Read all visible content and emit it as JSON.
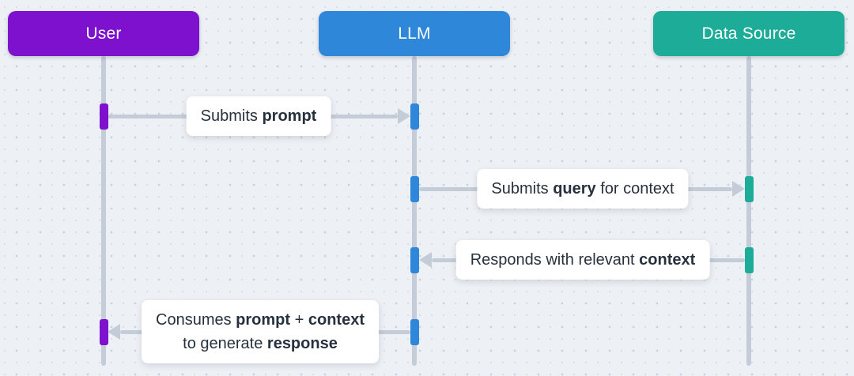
{
  "actors": [
    {
      "id": "user",
      "label": "User",
      "color": "#7e11ce"
    },
    {
      "id": "llm",
      "label": "LLM",
      "color": "#2e87d8"
    },
    {
      "id": "data_source",
      "label": "Data Source",
      "color": "#1dac98"
    }
  ],
  "messages": [
    {
      "from": "User",
      "to": "LLM",
      "direction": "right",
      "text": "Submits prompt",
      "lines": [
        [
          {
            "t": "Submits ",
            "b": false
          },
          {
            "t": "prompt",
            "b": true
          }
        ]
      ]
    },
    {
      "from": "LLM",
      "to": "Data Source",
      "direction": "right",
      "text": "Submits query for context",
      "lines": [
        [
          {
            "t": "Submits ",
            "b": false
          },
          {
            "t": "query",
            "b": true
          },
          {
            "t": " for context",
            "b": false
          }
        ]
      ]
    },
    {
      "from": "Data Source",
      "to": "LLM",
      "direction": "left",
      "text": "Responds with relevant context",
      "lines": [
        [
          {
            "t": "Responds with relevant ",
            "b": false
          },
          {
            "t": "context",
            "b": true
          }
        ]
      ]
    },
    {
      "from": "LLM",
      "to": "User",
      "direction": "left",
      "text": "Consumes prompt + context to generate response",
      "lines": [
        [
          {
            "t": "Consumes ",
            "b": false
          },
          {
            "t": "prompt",
            "b": true
          },
          {
            "t": " + ",
            "b": false
          },
          {
            "t": "context",
            "b": true
          }
        ],
        [
          {
            "t": "to generate ",
            "b": false
          },
          {
            "t": "response",
            "b": true
          }
        ]
      ]
    }
  ],
  "colors": {
    "background": "#edf0f4",
    "grid_dot": "#c7d0df",
    "lifeline": "#c3ccd7",
    "arrow": "#c3ccd7",
    "label_background": "#ffffff",
    "label_text": "#27313d",
    "actor_user": "#7e11ce",
    "actor_llm": "#2e87d8",
    "actor_data_source": "#1dac98"
  }
}
